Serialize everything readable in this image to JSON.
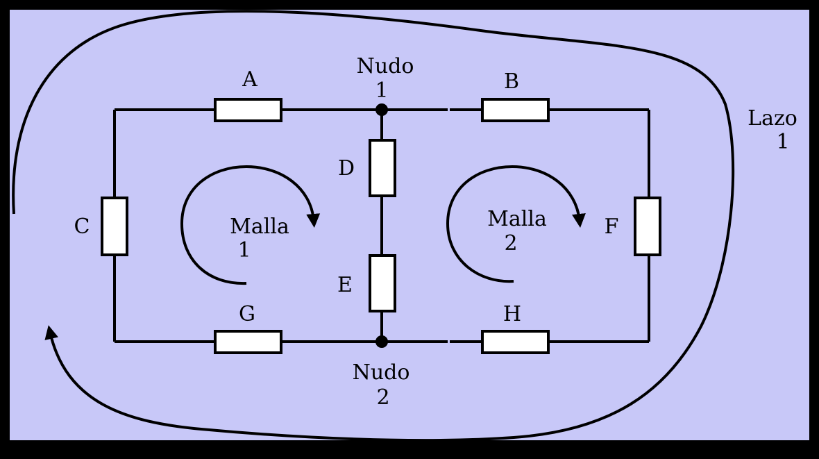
{
  "colors": {
    "background": "#c8c8f8",
    "frame": "#000000",
    "resistor_fill": "#ffffff",
    "line": "#000000"
  },
  "resistors": {
    "a": "A",
    "b": "B",
    "c": "C",
    "d": "D",
    "e": "E",
    "f": "F",
    "g": "G",
    "h": "H"
  },
  "nodes": {
    "node1": {
      "label": "Nudo",
      "number": "1"
    },
    "node2": {
      "label": "Nudo",
      "number": "2"
    }
  },
  "meshes": {
    "mesh1": {
      "label": "Malla",
      "number": "1"
    },
    "mesh2": {
      "label": "Malla",
      "number": "2"
    }
  },
  "loop": {
    "label": "Lazo",
    "number": "1"
  }
}
